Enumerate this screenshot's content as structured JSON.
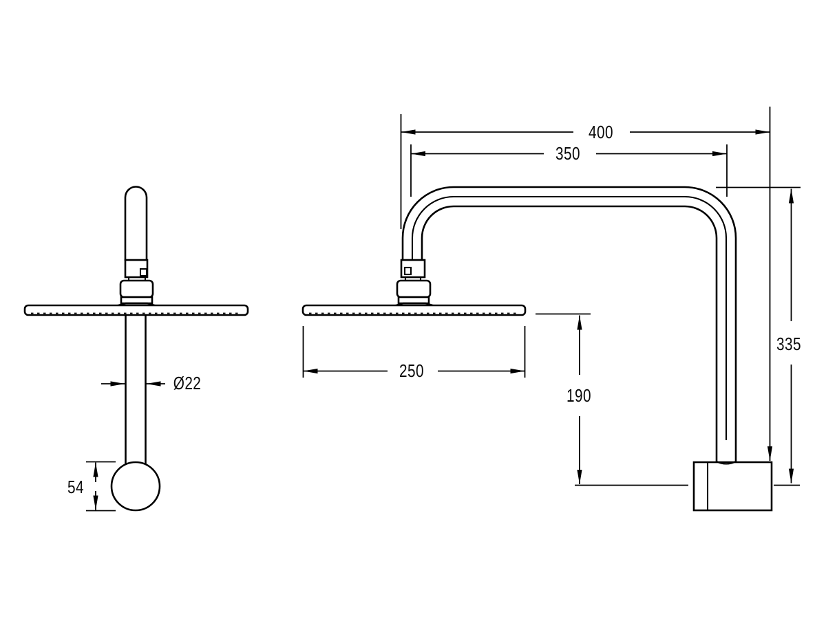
{
  "colors": {
    "line": "#000000",
    "background": "#ffffff"
  },
  "dimensions": {
    "overall_reach": "400",
    "arm_reach": "350",
    "head_diameter": "250",
    "head_to_outlet_drop": "190",
    "overall_height": "335",
    "wall_flange_diameter": "54",
    "pipe_diameter": "Ø22"
  }
}
